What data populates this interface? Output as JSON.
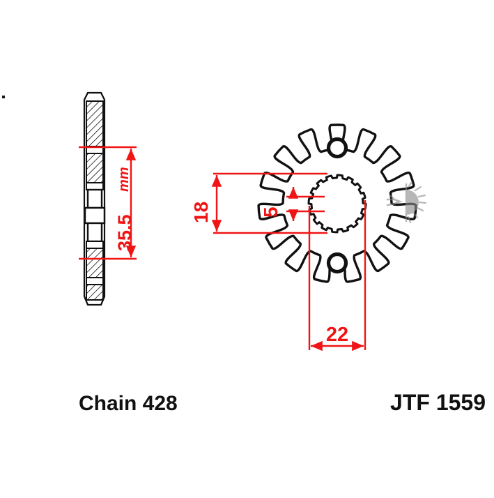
{
  "drawing": {
    "title": "Front sprocket technical drawing",
    "background_color": "#ffffff",
    "line_color": "#111111",
    "dimension_color": "#f01414",
    "watermark_color": "#8c8c8c"
  },
  "labels": {
    "chain": "Chain 428",
    "part_number": "JTF 1559"
  },
  "dimensions": {
    "thickness": {
      "value": "35.5",
      "unit": "mm",
      "full": "35.5 mm",
      "orientation": "vertical"
    },
    "tooth_width": {
      "value": "18",
      "unit": "",
      "full": "18",
      "orientation": "vertical"
    },
    "spline_step": {
      "value": "5",
      "unit": "",
      "full": "5",
      "orientation": "vertical"
    },
    "bore": {
      "value": "22",
      "unit": "",
      "full": "22",
      "orientation": "horizontal"
    }
  },
  "views": {
    "side_view": {
      "name": "side-profile-section",
      "description": "Hatched cross-section side profile of sprocket"
    },
    "front_view": {
      "name": "front-sprocket-view",
      "teeth_count": 15,
      "spline_count": 16,
      "bolt_hole_count": 2,
      "description": "Front face of sprocket showing teeth, splined bore and two bolt holes"
    }
  },
  "watermark": {
    "name": "jt-sunburst-mark",
    "present": true
  }
}
